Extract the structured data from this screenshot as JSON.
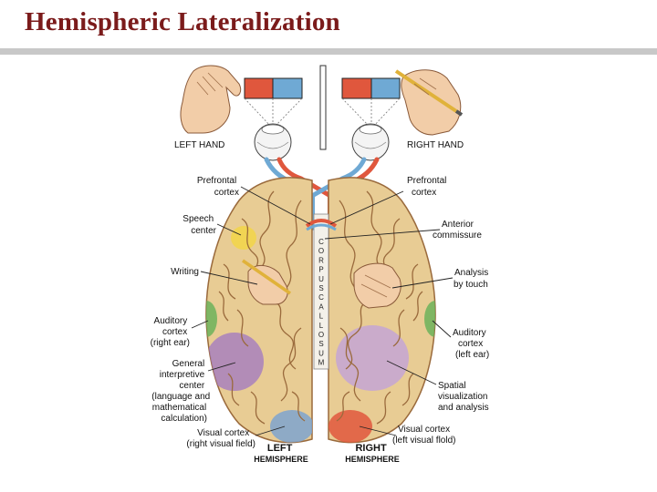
{
  "slide": {
    "title": "Hemispheric Lateralization"
  },
  "colors": {
    "title": "#7b1b1b",
    "rule": "#c8c8c8",
    "cortex": "#e8cc94",
    "sulcus": "#9a6a3c",
    "red_field": "#e0573d",
    "blue_field": "#6fa9d4",
    "speech": "#f2d548",
    "auditory": "#6cb25a",
    "interpretive": "#a47cbf",
    "visual_left": "#7ea3cf",
    "visual_right": "#e0573d"
  },
  "labels": {
    "left_hand": "LEFT HAND",
    "right_hand": "RIGHT HAND",
    "prefrontal_left": [
      "Prefrontal",
      "cortex"
    ],
    "prefrontal_right": [
      "Prefrontal",
      "cortex"
    ],
    "speech_center": [
      "Speech",
      "center"
    ],
    "writing": "Writing",
    "auditory_left": [
      "Auditory",
      "cortex",
      "(right ear)"
    ],
    "general_interpretive": [
      "General",
      "interpretive",
      "center",
      "(language and",
      "mathematical",
      "calculation)"
    ],
    "visual_left": [
      "Visual cortex",
      "(right visual field)"
    ],
    "anterior_commissure": [
      "Anterior",
      "commissure"
    ],
    "analysis_touch": [
      "Analysis",
      "by touch"
    ],
    "auditory_right": [
      "Auditory",
      "cortex",
      "(left ear)"
    ],
    "spatial": [
      "Spatial",
      "visualization",
      "and analysis"
    ],
    "visual_right": [
      "Visual cortex",
      "(left visual flold)"
    ],
    "left_hemisphere": [
      "LEFT",
      "HEMISPHERE"
    ],
    "right_hemisphere": [
      "RIGHT",
      "HEMISPHERE"
    ],
    "corpus_callosum_letters": [
      "C",
      "O",
      "R",
      "P",
      "U",
      "S",
      "C",
      "A",
      "L",
      "L",
      "O",
      "S",
      "U",
      "M"
    ]
  }
}
